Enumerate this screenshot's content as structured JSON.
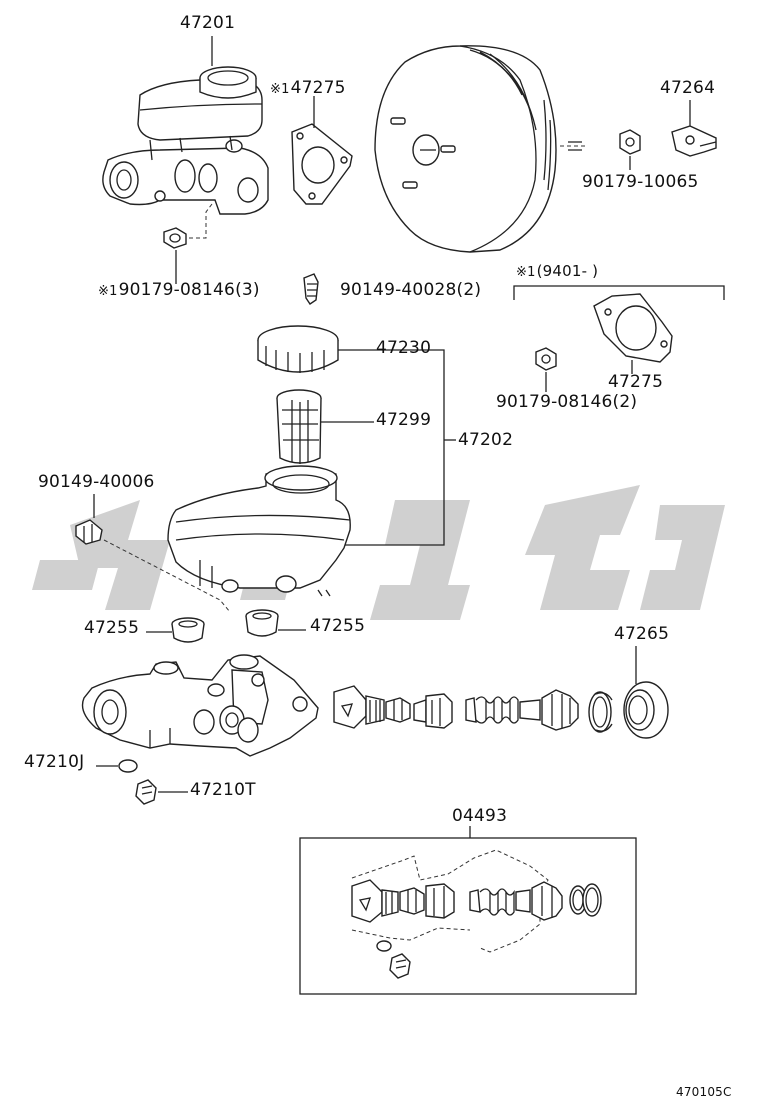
{
  "labels": {
    "p47201": "47201",
    "p47275_top": "47275",
    "p47264": "47264",
    "p90179_10065": "90179-10065",
    "p90179_08146_3": "90179-08146(3)",
    "p90149_40028_2": "90149-40028(2)",
    "range_note": "(9401-       )",
    "p47275_right": "47275",
    "p90179_08146_2": "90179-08146(2)",
    "p47230": "47230",
    "p47299": "47299",
    "p47202": "47202",
    "p90149_40006": "90149-40006",
    "p47255_left": "47255",
    "p47255_right": "47255",
    "p47265": "47265",
    "p47210J": "47210J",
    "p47210T": "47210T",
    "p04493": "04493",
    "footer_code": "470105C",
    "note_mark": "※1"
  },
  "colors": {
    "line": "#222222",
    "watermark": "#c8c8c8"
  },
  "icons": {
    "watermark": "watermark-logo"
  }
}
